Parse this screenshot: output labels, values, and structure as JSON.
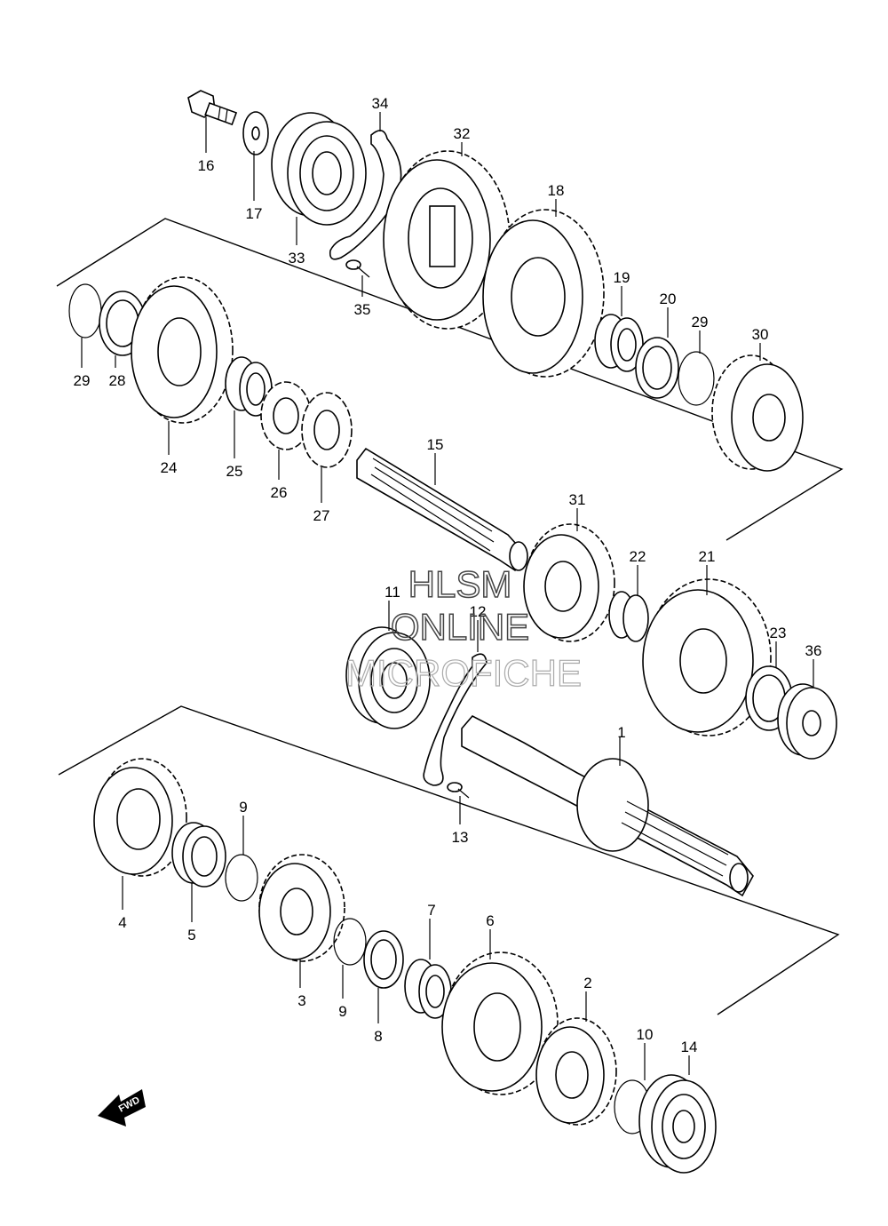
{
  "watermark": {
    "line1": "HLSM",
    "line2": "ONLINE",
    "line3": "MICROFICHE"
  },
  "fwd_label": "FWD",
  "callouts": [
    {
      "id": "c1",
      "label": "1"
    },
    {
      "id": "c2",
      "label": "2"
    },
    {
      "id": "c3",
      "label": "3"
    },
    {
      "id": "c4",
      "label": "4"
    },
    {
      "id": "c5",
      "label": "5"
    },
    {
      "id": "c6",
      "label": "6"
    },
    {
      "id": "c7",
      "label": "7"
    },
    {
      "id": "c8",
      "label": "8"
    },
    {
      "id": "c9a",
      "label": "9"
    },
    {
      "id": "c9b",
      "label": "9"
    },
    {
      "id": "c10",
      "label": "10"
    },
    {
      "id": "c11",
      "label": "11"
    },
    {
      "id": "c12",
      "label": "12"
    },
    {
      "id": "c13",
      "label": "13"
    },
    {
      "id": "c14",
      "label": "14"
    },
    {
      "id": "c15",
      "label": "15"
    },
    {
      "id": "c16",
      "label": "16"
    },
    {
      "id": "c17",
      "label": "17"
    },
    {
      "id": "c18",
      "label": "18"
    },
    {
      "id": "c19",
      "label": "19"
    },
    {
      "id": "c20",
      "label": "20"
    },
    {
      "id": "c21",
      "label": "21"
    },
    {
      "id": "c22",
      "label": "22"
    },
    {
      "id": "c23",
      "label": "23"
    },
    {
      "id": "c24",
      "label": "24"
    },
    {
      "id": "c25",
      "label": "25"
    },
    {
      "id": "c26",
      "label": "26"
    },
    {
      "id": "c27",
      "label": "27"
    },
    {
      "id": "c28",
      "label": "28"
    },
    {
      "id": "c29a",
      "label": "29"
    },
    {
      "id": "c29b",
      "label": "29"
    },
    {
      "id": "c30",
      "label": "30"
    },
    {
      "id": "c31",
      "label": "31"
    },
    {
      "id": "c32",
      "label": "32"
    },
    {
      "id": "c33",
      "label": "33"
    },
    {
      "id": "c34",
      "label": "34"
    },
    {
      "id": "c35",
      "label": "35"
    },
    {
      "id": "c36",
      "label": "36"
    }
  ]
}
